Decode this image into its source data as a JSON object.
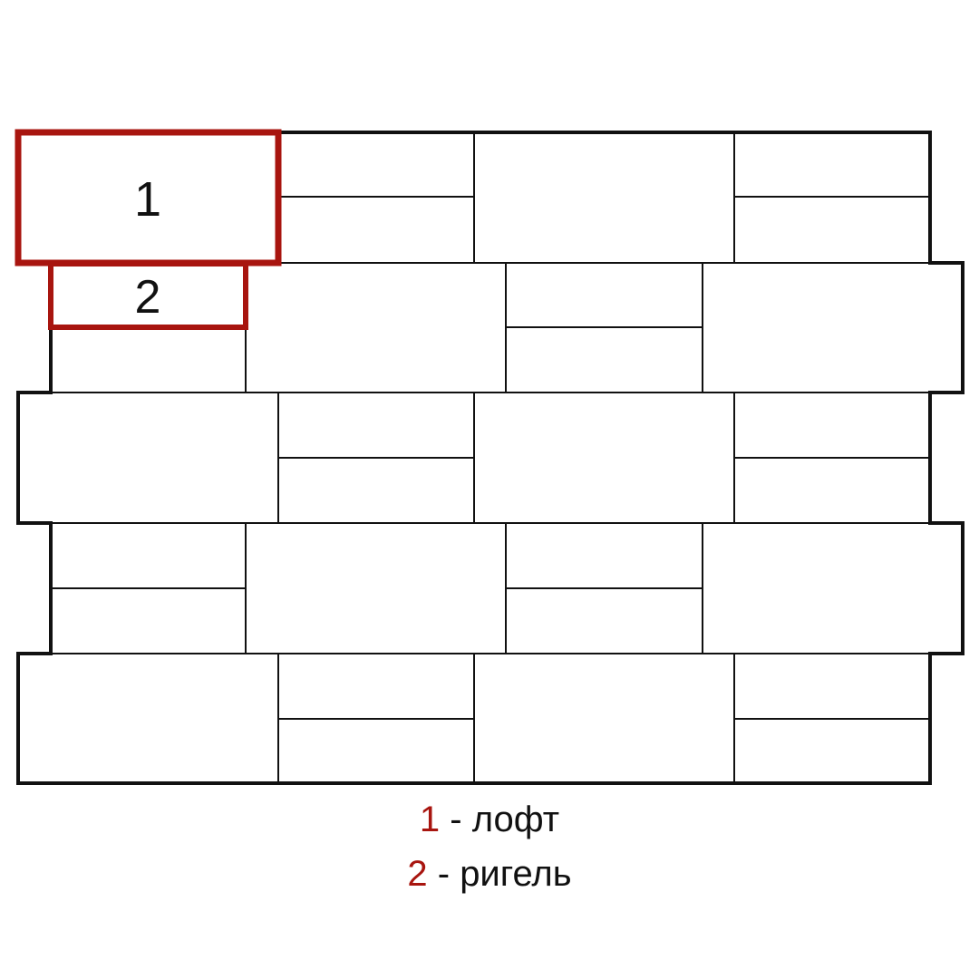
{
  "colors": {
    "line": "#111111",
    "highlight": "#a8150f",
    "background": "#ffffff"
  },
  "highlights": {
    "loft_number": "1",
    "riegel_number": "2"
  },
  "legend": [
    {
      "number": "1",
      "separator": " - ",
      "text": "лофт"
    },
    {
      "number": "2",
      "separator": " - ",
      "text": "ригель"
    }
  ]
}
